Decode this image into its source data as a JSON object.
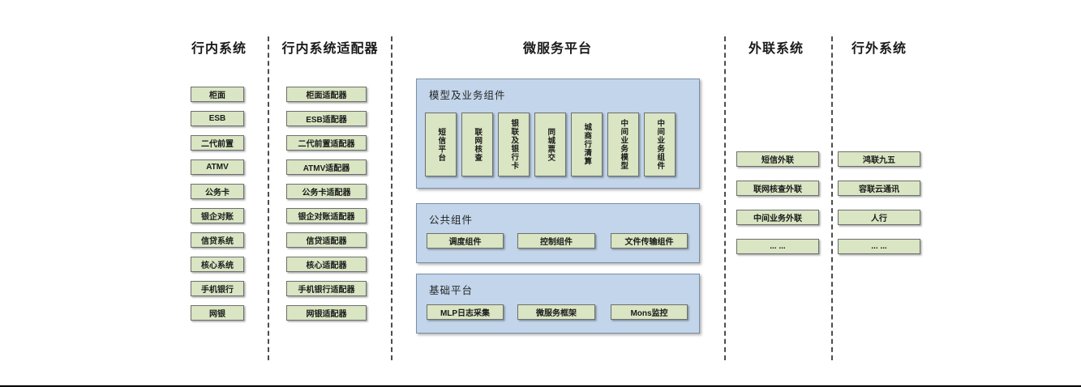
{
  "diagram": {
    "colors": {
      "green_fill": "#d9e5c3",
      "green_border": "#6e6e6e",
      "blue_fill": "#c2d5ea",
      "blue_border": "#7b8da6",
      "dash_line": "#4d4d4d",
      "bottom_rule": "#000000"
    },
    "columns": {
      "inner_systems": {
        "title": "行内系统",
        "items": [
          "柜面",
          "ESB",
          "二代前置",
          "ATMV",
          "公务卡",
          "银企对账",
          "信贷系统",
          "核心系统",
          "手机银行",
          "网银"
        ]
      },
      "inner_adapters": {
        "title": "行内系统适配器",
        "items": [
          "柜面适配器",
          "ESB适配器",
          "二代前置适配器",
          "ATMV适配器",
          "公务卡适配器",
          "银企对账适配器",
          "信贷适配器",
          "核心适配器",
          "手机银行适配器",
          "网银适配器"
        ]
      },
      "platform": {
        "title": "微服务平台",
        "panels": {
          "model_business": {
            "label": "模型及业务组件",
            "items": [
              "短信平台",
              "联网核查",
              "银联及银行卡",
              "同城票交",
              "城商行清算",
              "中间业务模型",
              "中间业务组件"
            ]
          },
          "common": {
            "label": "公共组件",
            "items": [
              "调度组件",
              "控制组件",
              "文件传输组件"
            ]
          },
          "base": {
            "label": "基础平台",
            "items": [
              "MLP日志采集",
              "微服务框架",
              "Mons监控"
            ]
          }
        }
      },
      "external_link": {
        "title": "外联系统",
        "items": [
          "短信外联",
          "联网核查外联",
          "中间业务外联",
          "... ..."
        ]
      },
      "outside_systems": {
        "title": "行外系统",
        "items": [
          "鸿联九五",
          "容联云通讯",
          "人行",
          "... ..."
        ]
      }
    }
  }
}
